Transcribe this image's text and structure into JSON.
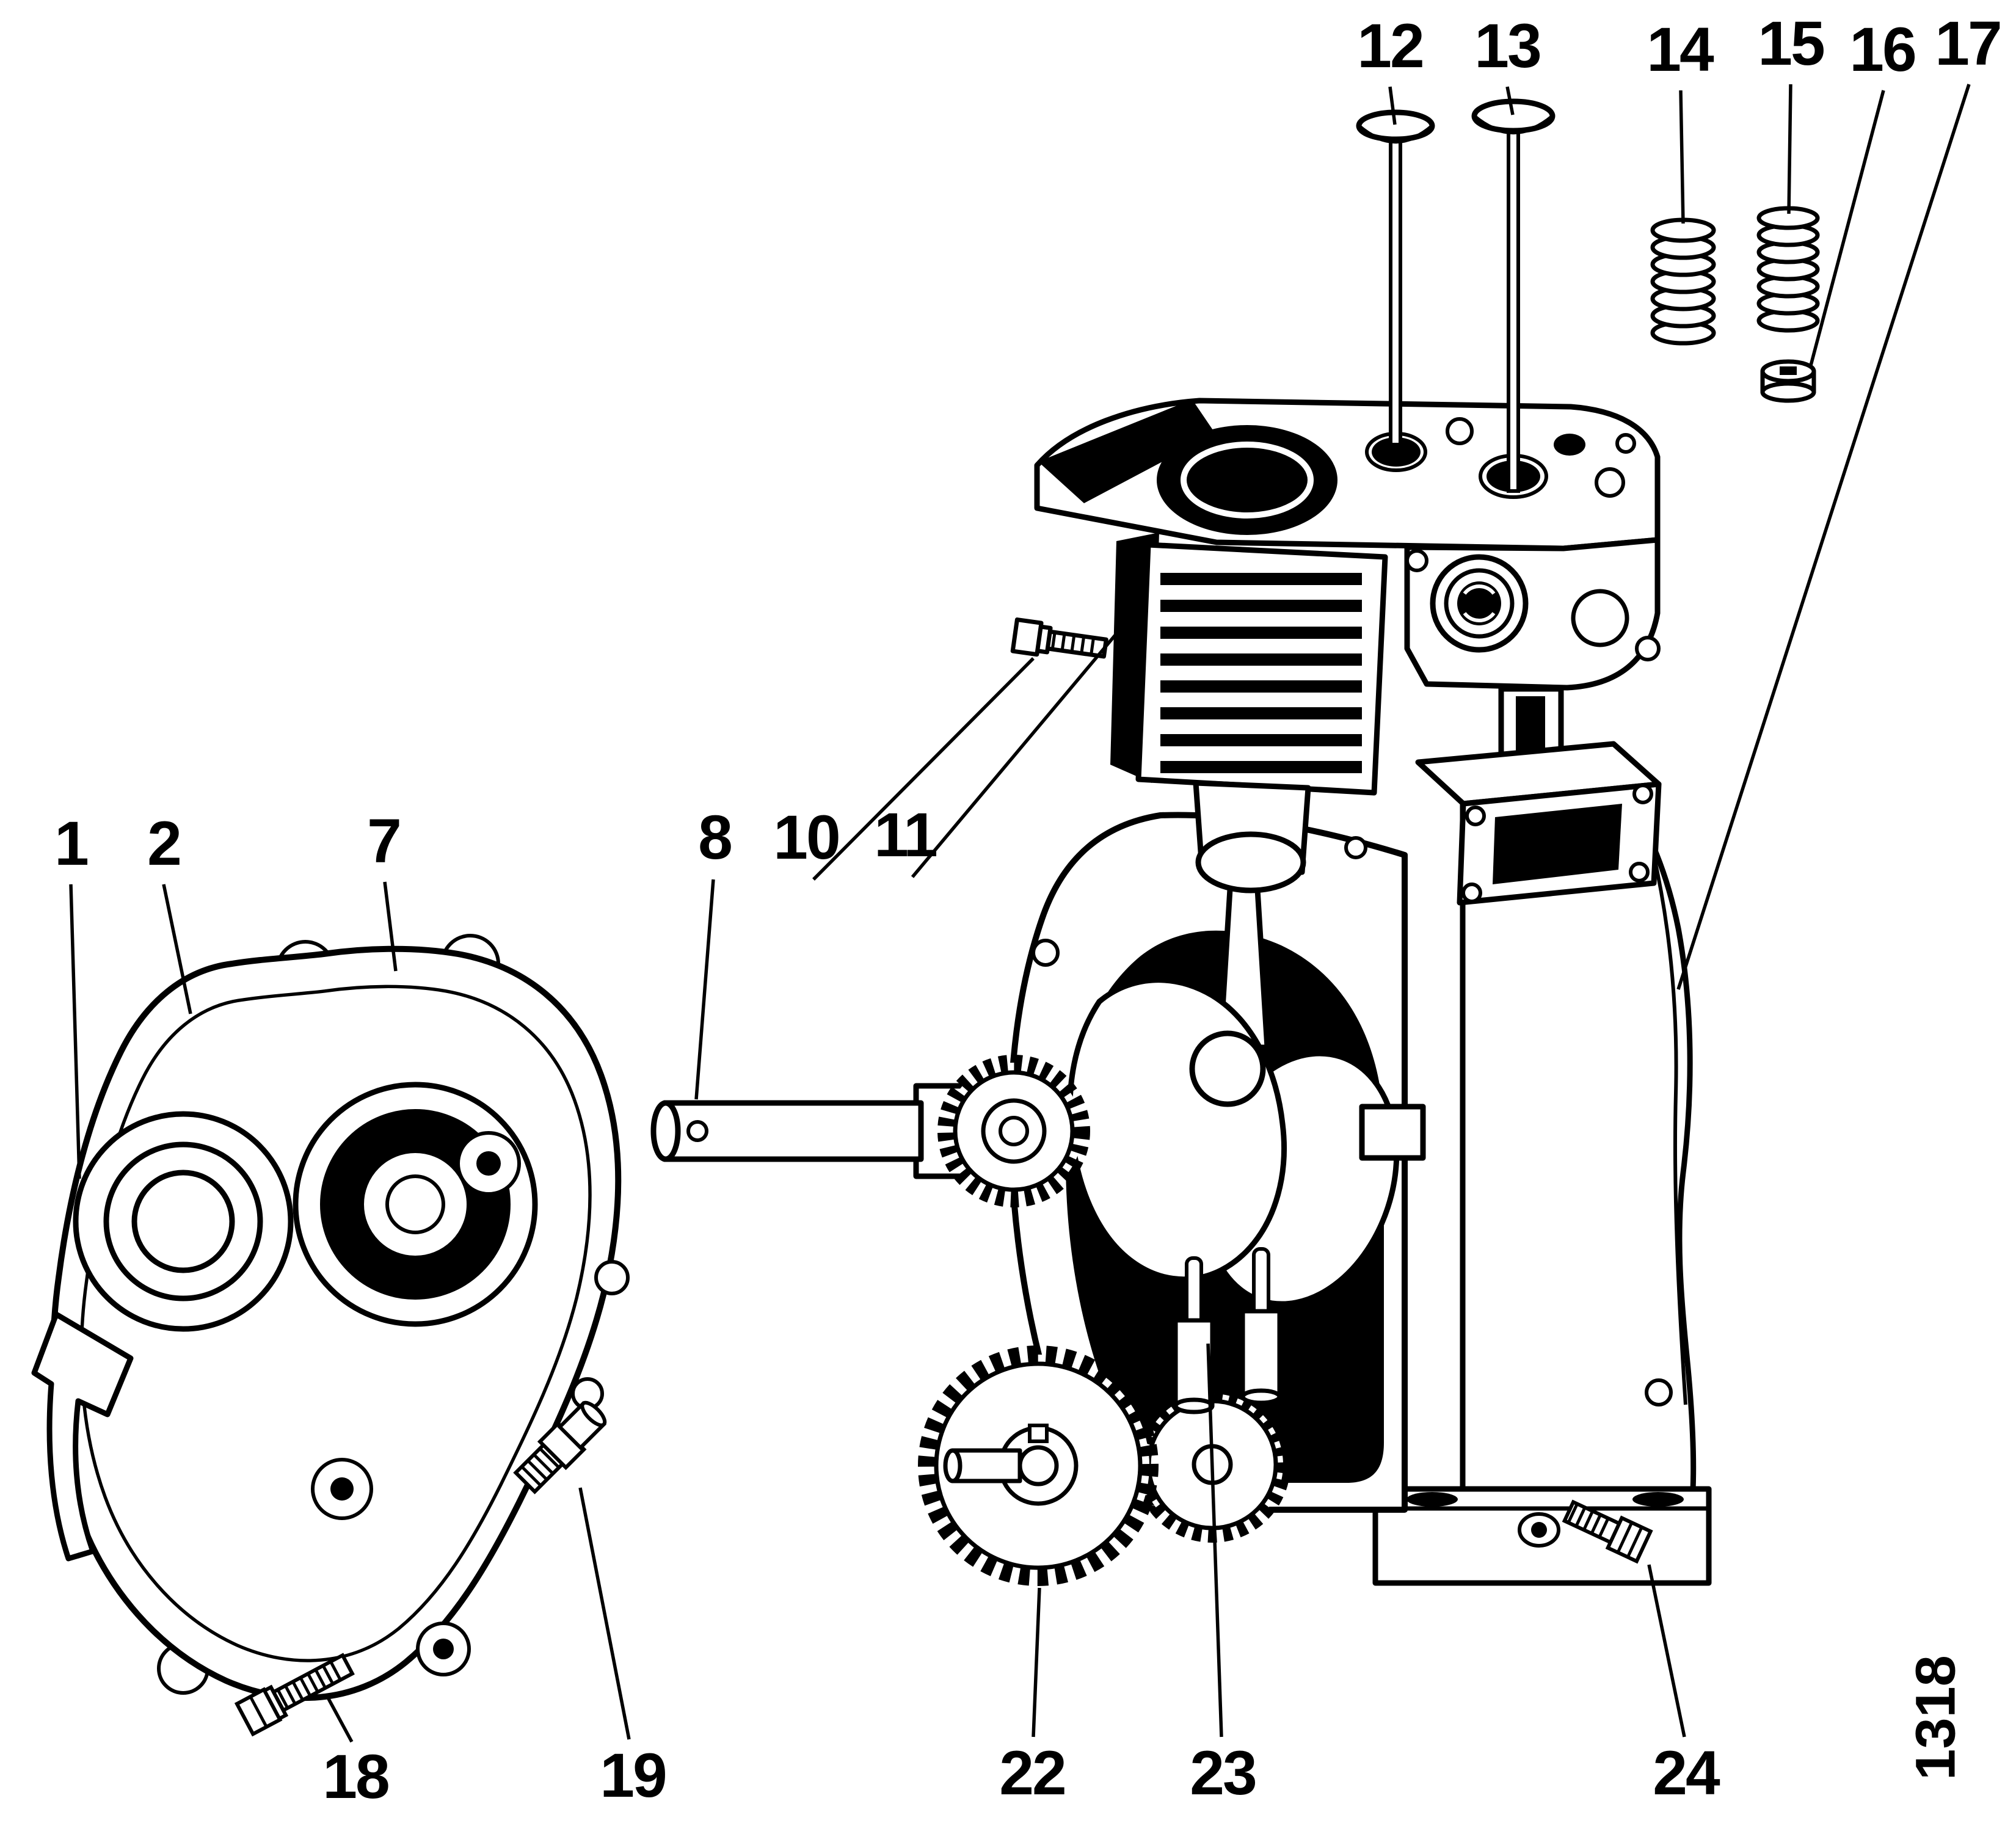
{
  "figure": {
    "number": "1318"
  },
  "colors": {
    "ink": "#000000",
    "paper": "#ffffff"
  },
  "callouts": [
    {
      "label": "1"
    },
    {
      "label": "2"
    },
    {
      "label": "7"
    },
    {
      "label": "8"
    },
    {
      "label": "10"
    },
    {
      "label": "11"
    },
    {
      "label": "12"
    },
    {
      "label": "13"
    },
    {
      "label": "14"
    },
    {
      "label": "15"
    },
    {
      "label": "16"
    },
    {
      "label": "17"
    },
    {
      "label": "18"
    },
    {
      "label": "19"
    },
    {
      "label": "22"
    },
    {
      "label": "23"
    },
    {
      "label": "24"
    }
  ]
}
